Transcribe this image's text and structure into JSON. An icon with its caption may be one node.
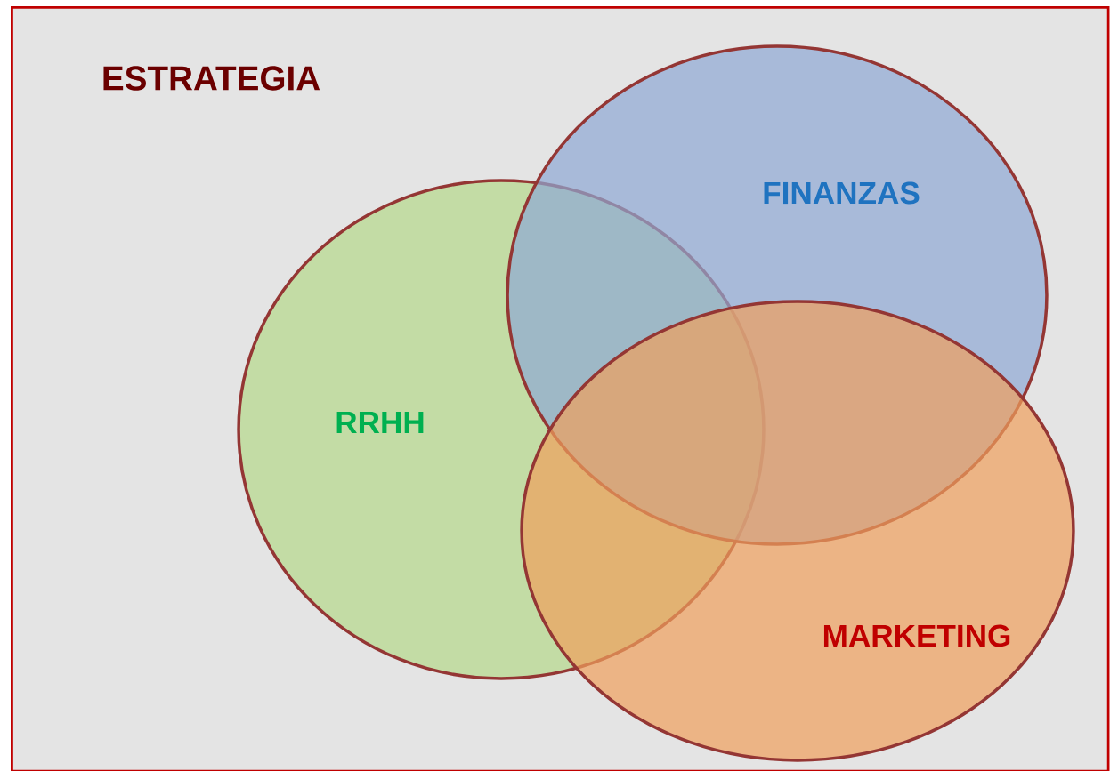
{
  "diagram": {
    "nodes": [
      {
        "text": [
          "ESTRATEGIA"
        ]
      },
      {
        "text": [
          "RRHH"
        ],
        "in": 0
      },
      {
        "text": [
          "FINANZAS"
        ],
        "in": 0
      },
      {
        "text": [
          "MARKETING"
        ],
        "in": 0
      }
    ]
  }
}
